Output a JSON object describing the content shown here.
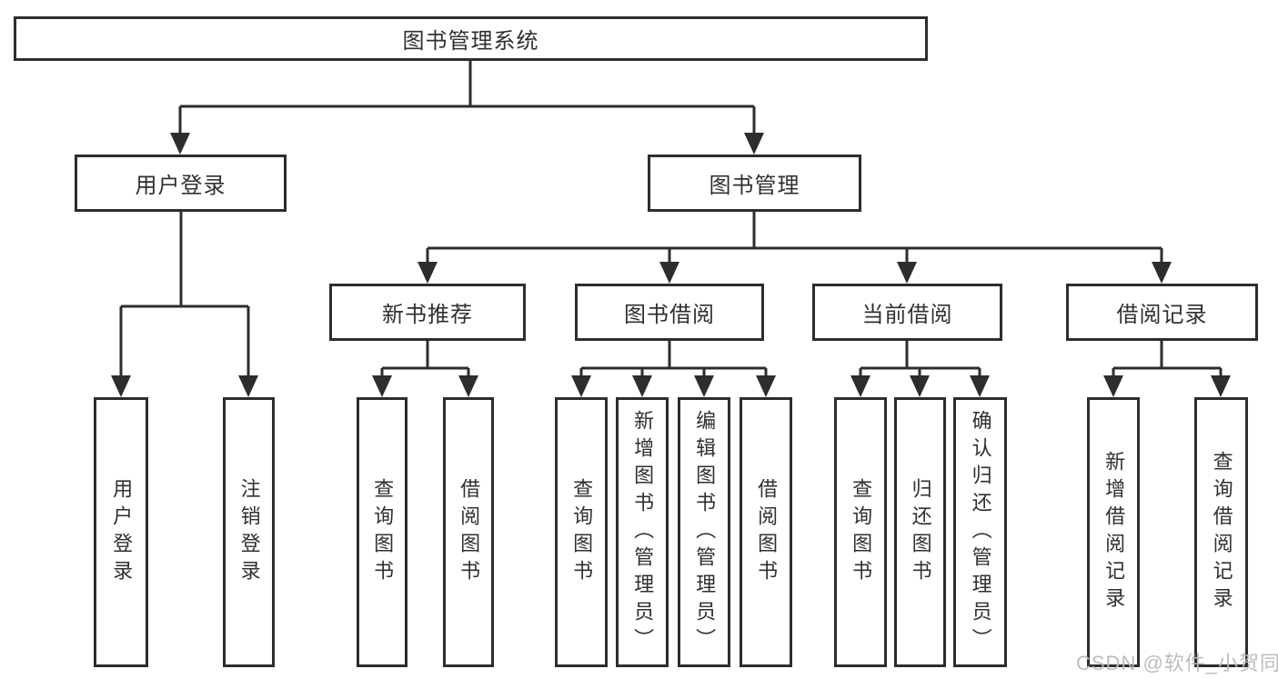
{
  "tree": {
    "root": {
      "label": "图书管理系统"
    },
    "branches": [
      {
        "label": "用户登录",
        "children": [
          {
            "label": "用户登录"
          },
          {
            "label": "注销登录"
          }
        ]
      },
      {
        "label": "图书管理",
        "children": [
          {
            "label": "新书推荐",
            "children": [
              {
                "label": "查询图书"
              },
              {
                "label": "借阅图书"
              }
            ]
          },
          {
            "label": "图书借阅",
            "children": [
              {
                "label": "查询图书"
              },
              {
                "label": "新增图书（管理员）"
              },
              {
                "label": "编辑图书（管理员）"
              },
              {
                "label": "借阅图书"
              }
            ]
          },
          {
            "label": "当前借阅",
            "children": [
              {
                "label": "查询图书"
              },
              {
                "label": "归还图书"
              },
              {
                "label": "确认归还（管理员）"
              }
            ]
          },
          {
            "label": "借阅记录",
            "children": [
              {
                "label": "新增借阅记录"
              },
              {
                "label": "查询借阅记录"
              }
            ]
          }
        ]
      }
    ]
  },
  "watermark": {
    "text": "CSDN @软件_小贺同学"
  },
  "colors": {
    "line": "#2d2d2d",
    "border": "#2d2d2d",
    "text": "#303030",
    "background": "#ffffff",
    "watermark": "#b9b9b9"
  }
}
